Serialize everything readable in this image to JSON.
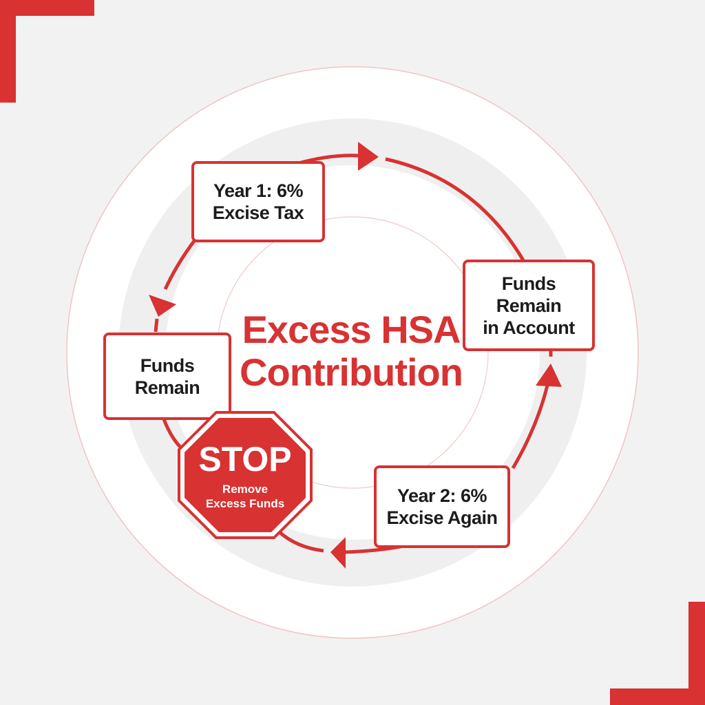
{
  "title": {
    "line1": "Excess HSA",
    "line2": "Contribution"
  },
  "steps": [
    {
      "id": "year1",
      "lines": [
        "Year 1: 6%",
        "Excise Tax"
      ]
    },
    {
      "id": "funds_remain_account",
      "lines": [
        "Funds",
        "Remain",
        "in Account"
      ]
    },
    {
      "id": "year2",
      "lines": [
        "Year 2: 6%",
        "Excise Again"
      ]
    },
    {
      "id": "funds_remain",
      "lines": [
        "Funds",
        "Remain"
      ]
    }
  ],
  "stop_sign": {
    "label": "STOP",
    "line1": "Remove",
    "line2": "Excess Funds"
  },
  "colors": {
    "accent": "#d83232",
    "background": "#f2f2f2",
    "text": "#1c1c1c",
    "ring": "#ebebeb"
  },
  "icons": [
    "clockwise-cycle-arrows",
    "stop-sign-icon",
    "corner-bracket-decoration"
  ]
}
